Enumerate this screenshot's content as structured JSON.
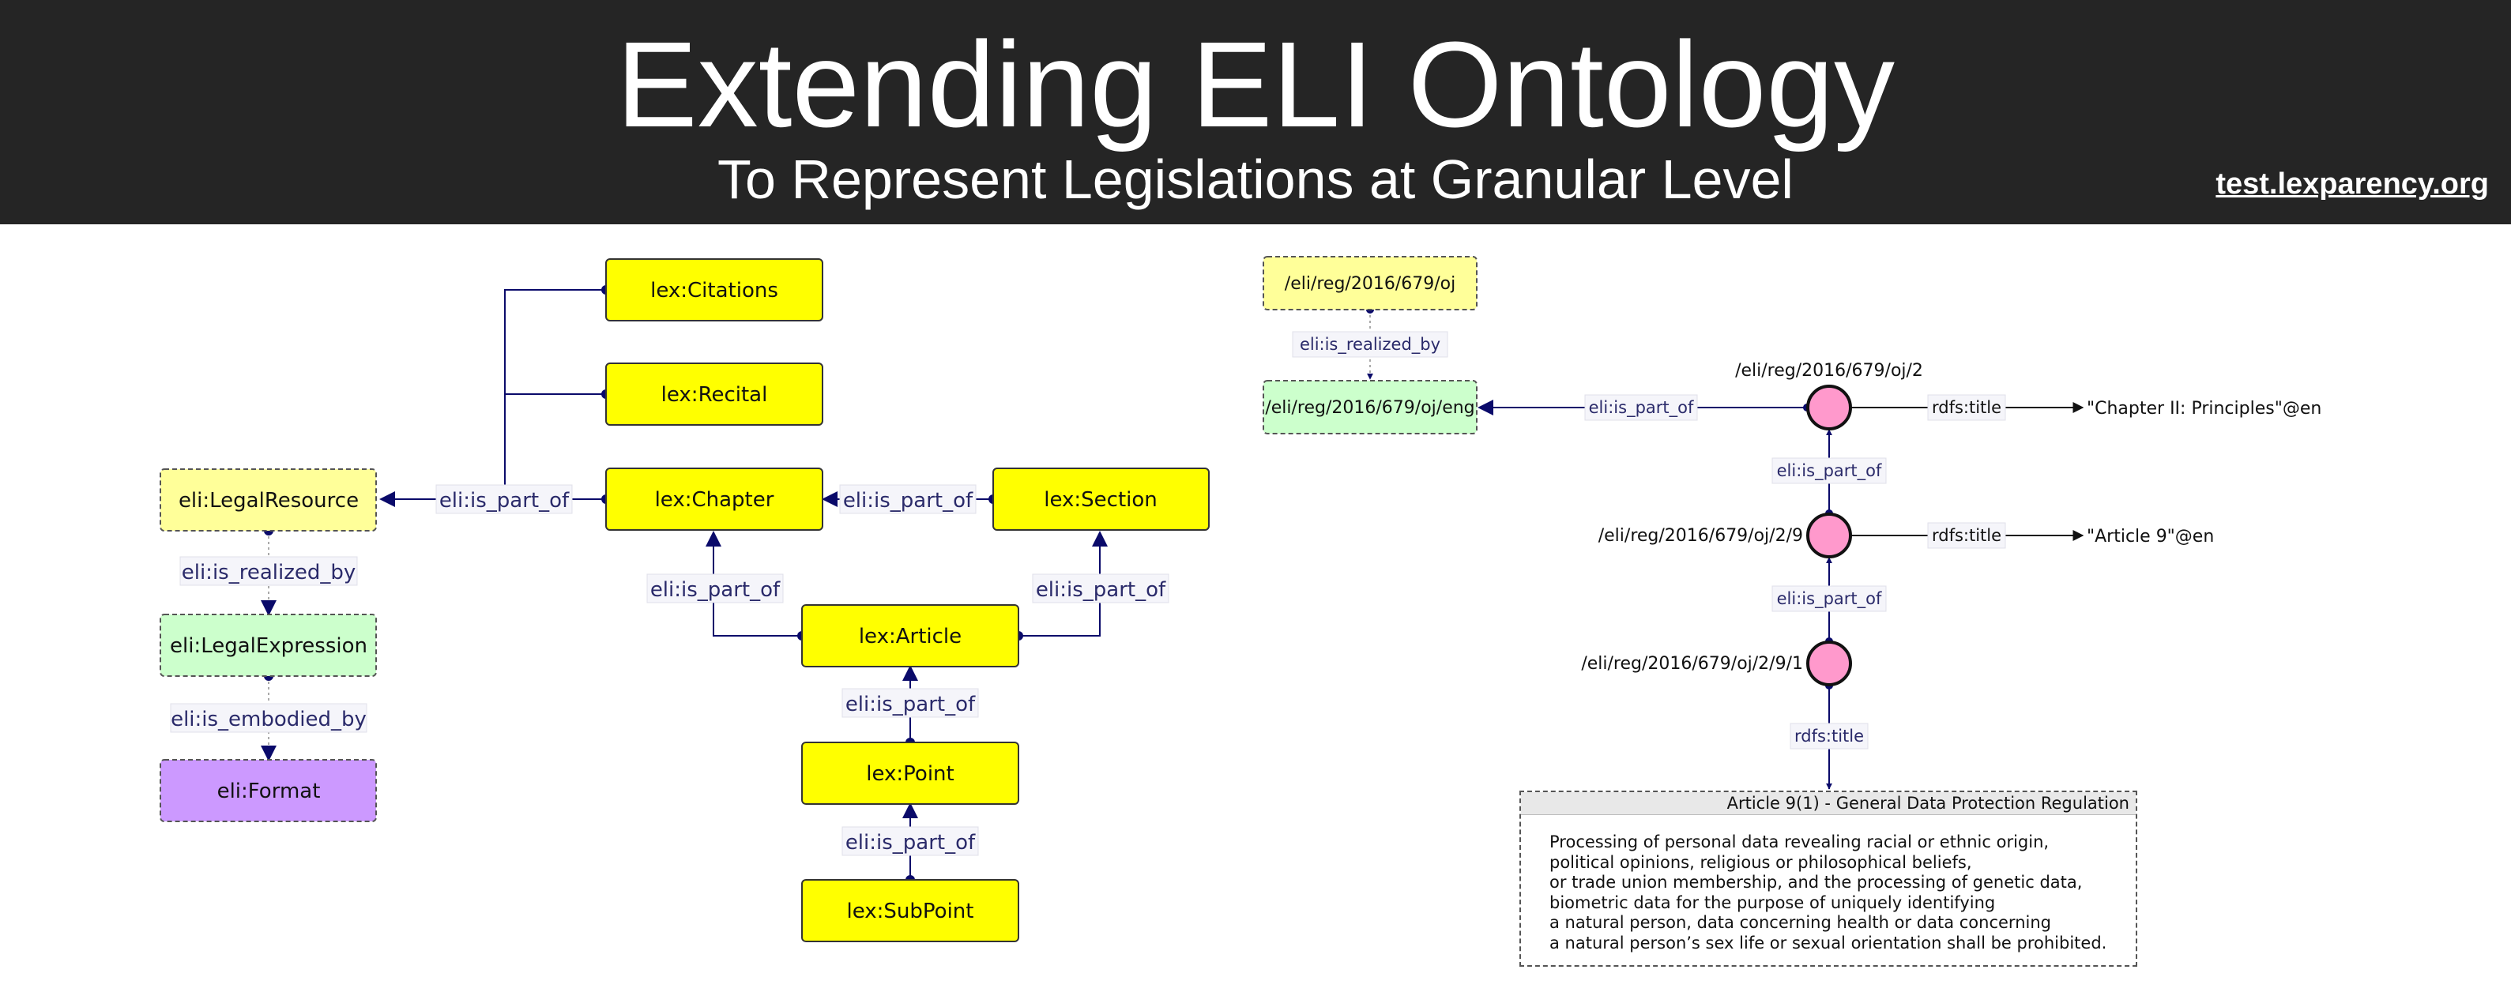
{
  "header": {
    "title": "Extending ELI Ontology",
    "subtitle": "To Represent Legislations at Granular Level",
    "link": "test.lexparency.org"
  },
  "colors": {
    "banner": "#252525",
    "lex_class": "#ffff00",
    "legal_resource": "#ffff99",
    "legal_expression": "#ccffcc",
    "format": "#cc99ff",
    "instance_node": "#ff99cc",
    "edge": "#0a0a6a"
  },
  "ontology": {
    "classes": {
      "citations": "lex:Citations",
      "recital": "lex:Recital",
      "chapter": "lex:Chapter",
      "section": "lex:Section",
      "article": "lex:Article",
      "point": "lex:Point",
      "subpoint": "lex:SubPoint",
      "legal_resource": "eli:LegalResource",
      "legal_expression": "eli:LegalExpression",
      "format": "eli:Format"
    },
    "edges": {
      "chapter_to_resource": "eli:is_part_of",
      "section_to_chapter": "eli:is_part_of",
      "article_to_chapter": "eli:is_part_of",
      "article_to_section": "eli:is_part_of",
      "point_to_article": "eli:is_part_of",
      "subpoint_to_point": "eli:is_part_of",
      "realized_by": "eli:is_realized_by",
      "embodied_by": "eli:is_embodied_by"
    }
  },
  "instance": {
    "resource": "/eli/reg/2016/679/oj",
    "expression": "/eli/reg/2016/679/oj/eng",
    "realized_by": "eli:is_realized_by",
    "chapter_uri": "/eli/reg/2016/679/oj/2",
    "chapter_part_of": "eli:is_part_of",
    "chapter_title_pred": "rdfs:title",
    "chapter_title": "\"Chapter II: Principles\"@en",
    "article_uri": "/eli/reg/2016/679/oj/2/9",
    "article_part_of": "eli:is_part_of",
    "article_title_pred": "rdfs:title",
    "article_title": "\"Article 9\"@en",
    "paragraph_uri": "/eli/reg/2016/679/oj/2/9/1",
    "paragraph_part_of": "eli:is_part_of",
    "paragraph_title_pred": "rdfs:title",
    "text_box": {
      "header": "Article 9(1) - General Data Protection Regulation",
      "lines": [
        "Processing of personal data revealing racial or ethnic origin,",
        "political opinions, religious or philosophical beliefs,",
        "or trade union membership, and the processing of genetic data,",
        "biometric data for the purpose of uniquely identifying",
        "a natural person, data concerning health or data concerning",
        "a natural person’s sex life or sexual orientation shall be prohibited."
      ]
    }
  }
}
